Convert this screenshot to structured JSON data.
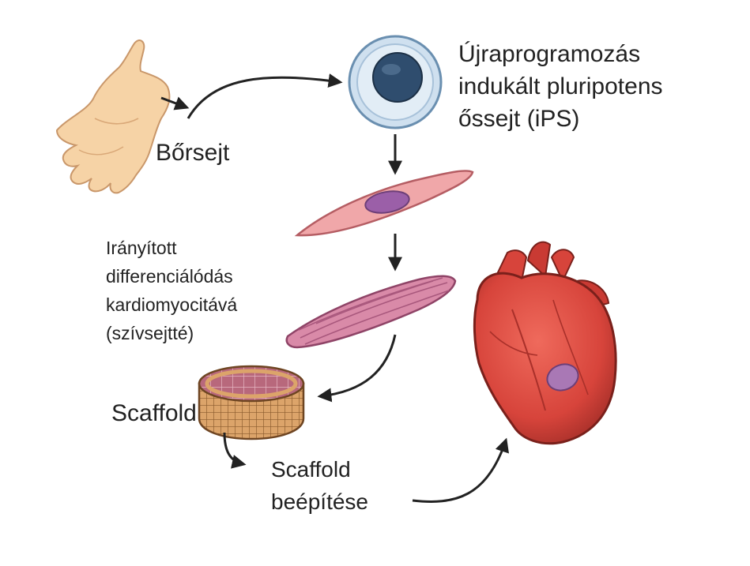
{
  "labels": {
    "ips": "Újraprogramozás\nindukált pluripotens\nőssejt (iPS)",
    "skin_cell": "Bőrsejt",
    "directed_differentiation": "Irányított\ndifferenciálódás\nkardiomyocitává\n(szívsejtté)",
    "scaffold": "Scaffold",
    "scaffold_implantation": "Scaffold\nbeépítése"
  },
  "colors": {
    "skin": "#f6d3a6",
    "skin_outline": "#c9976a",
    "ips_outer": "#cfe0ef",
    "ips_nucleus": "#2f4d6e",
    "fibroblast": "#f0a7a9",
    "cardiomyocyte": "#d98aa8",
    "nucleus_purple": "#9b5fa8",
    "scaffold_frame": "#d39a5c",
    "scaffold_top": "#b5667a",
    "heart": "#d9463c",
    "heart_dark": "#9f2a24",
    "arrow": "#222222"
  }
}
